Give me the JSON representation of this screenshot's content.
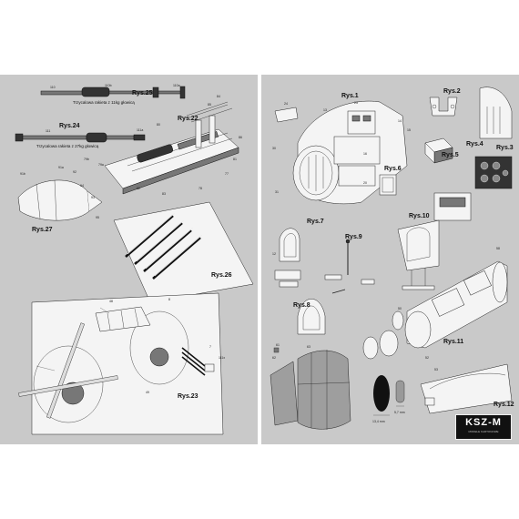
{
  "figures": {
    "rys25": "Rys.25",
    "rys24": "Rys.24",
    "rys22": "Rys.22",
    "rys27": "Rys.27",
    "rys26": "Rys.26",
    "rys23": "Rys.23",
    "rys1": "Rys.1",
    "rys2": "Rys.2",
    "rys3": "Rys.3",
    "rys4": "Rys.4",
    "rys5": "Rys.5",
    "rys6": "Rys.6",
    "rys7": "Rys.7",
    "rys8": "Rys.8",
    "rys9": "Rys.9",
    "rys10": "Rys.10",
    "rys11": "Rys.11",
    "rys12": "Rys.12"
  },
  "captions": {
    "rocket11": "Trzycalowa rakieta z 11kg głowicą",
    "rocket27": "Trzycalowa rakieta z 27kg głowicą"
  },
  "dimensions": {
    "width_a": "13,4 mm",
    "width_b": "5,7 mm"
  },
  "part_tags": {
    "t110": "110",
    "t110b": "110b",
    "t110a": "110a",
    "t111": "111",
    "t111a": "111a",
    "t84": "84",
    "t85": "85",
    "t86": "86",
    "t79b": "79b",
    "t79a": "79a",
    "t80": "80",
    "t82": "82",
    "t83": "83",
    "t78": "78",
    "t77": "77",
    "t81": "81",
    "t91b": "91b",
    "t91a": "91a",
    "t92": "92",
    "t94": "94",
    "t93": "93",
    "t95": "95",
    "t8": "8",
    "t48": "48",
    "t7": "7",
    "t111x": "111x",
    "t49": "49",
    "t14": "14",
    "t15": "15",
    "t23": "23",
    "t24": "24",
    "t30": "30",
    "t31": "31",
    "t16": "16",
    "t20": "20",
    "t13": "13",
    "t12": "12",
    "t61": "61",
    "t62": "62",
    "t63": "63",
    "t58": "58",
    "t50": "50",
    "t52": "52",
    "t53": "53"
  },
  "logo": {
    "brand": "KSZ-M",
    "tagline": "MODELE KARTONOWE"
  }
}
